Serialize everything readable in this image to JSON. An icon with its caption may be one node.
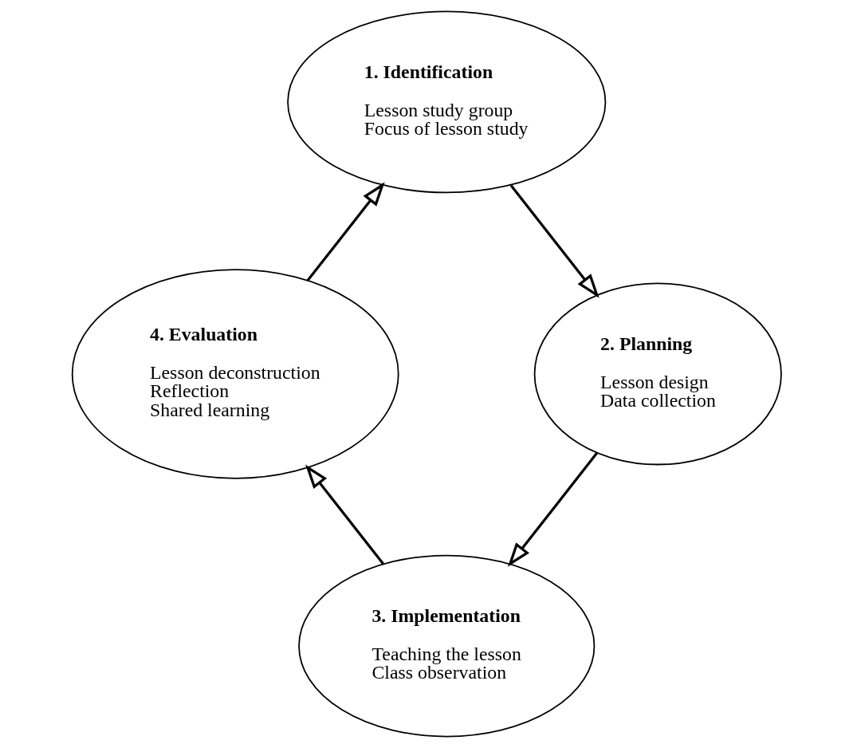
{
  "diagram": {
    "nodes": [
      {
        "text": [
          "1. Identification",
          "Lesson study group",
          "Focus of lesson study"
        ]
      },
      {
        "text": [
          "2. Planning",
          "Lesson design",
          "Data collection"
        ]
      },
      {
        "text": [
          "3. Implementation",
          "Teaching the lesson",
          "Class observation"
        ]
      },
      {
        "text": [
          "4. Evaluation",
          "Lesson deconstruction",
          "Reflection",
          "Shared learning"
        ]
      }
    ],
    "edges": [
      {
        "from": 0,
        "to": 1,
        "arrow": "to"
      },
      {
        "from": 1,
        "to": 2,
        "arrow": "to"
      },
      {
        "from": 2,
        "to": 3,
        "arrow": "to"
      },
      {
        "from": 3,
        "to": 0,
        "arrow": "to"
      }
    ]
  }
}
